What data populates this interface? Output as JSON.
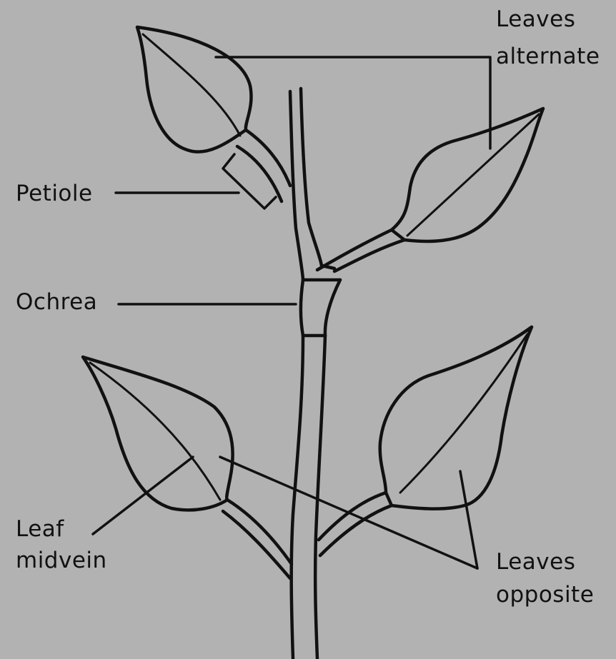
{
  "labels": {
    "leaves_alternate_line1": "Leaves",
    "leaves_alternate_line2": "alternate",
    "petiole": "Petiole",
    "ochrea": "Ochrea",
    "leaf_midvein_line1": "Leaf",
    "leaf_midvein_line2": "midvein",
    "leaves_opposite_line1": "Leaves",
    "leaves_opposite_line2": "opposite"
  },
  "colors": {
    "background": "#b2b2b2",
    "ink": "#111111"
  }
}
